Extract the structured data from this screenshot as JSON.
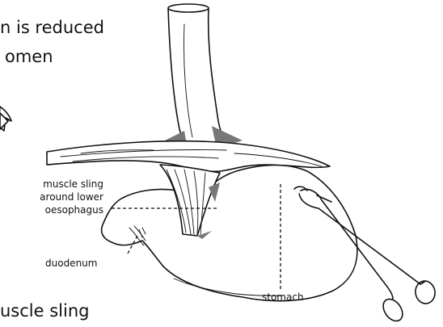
{
  "captions": {
    "top_line1": "n is reduced",
    "top_line2": "omen",
    "bottom": "uscle sling"
  },
  "labels": {
    "muscle_sling_line1": "muscle sling",
    "muscle_sling_line2": "around lower",
    "muscle_sling_line3": "oesophagus",
    "duodenum": "duodenum",
    "stomach": "stomach"
  }
}
